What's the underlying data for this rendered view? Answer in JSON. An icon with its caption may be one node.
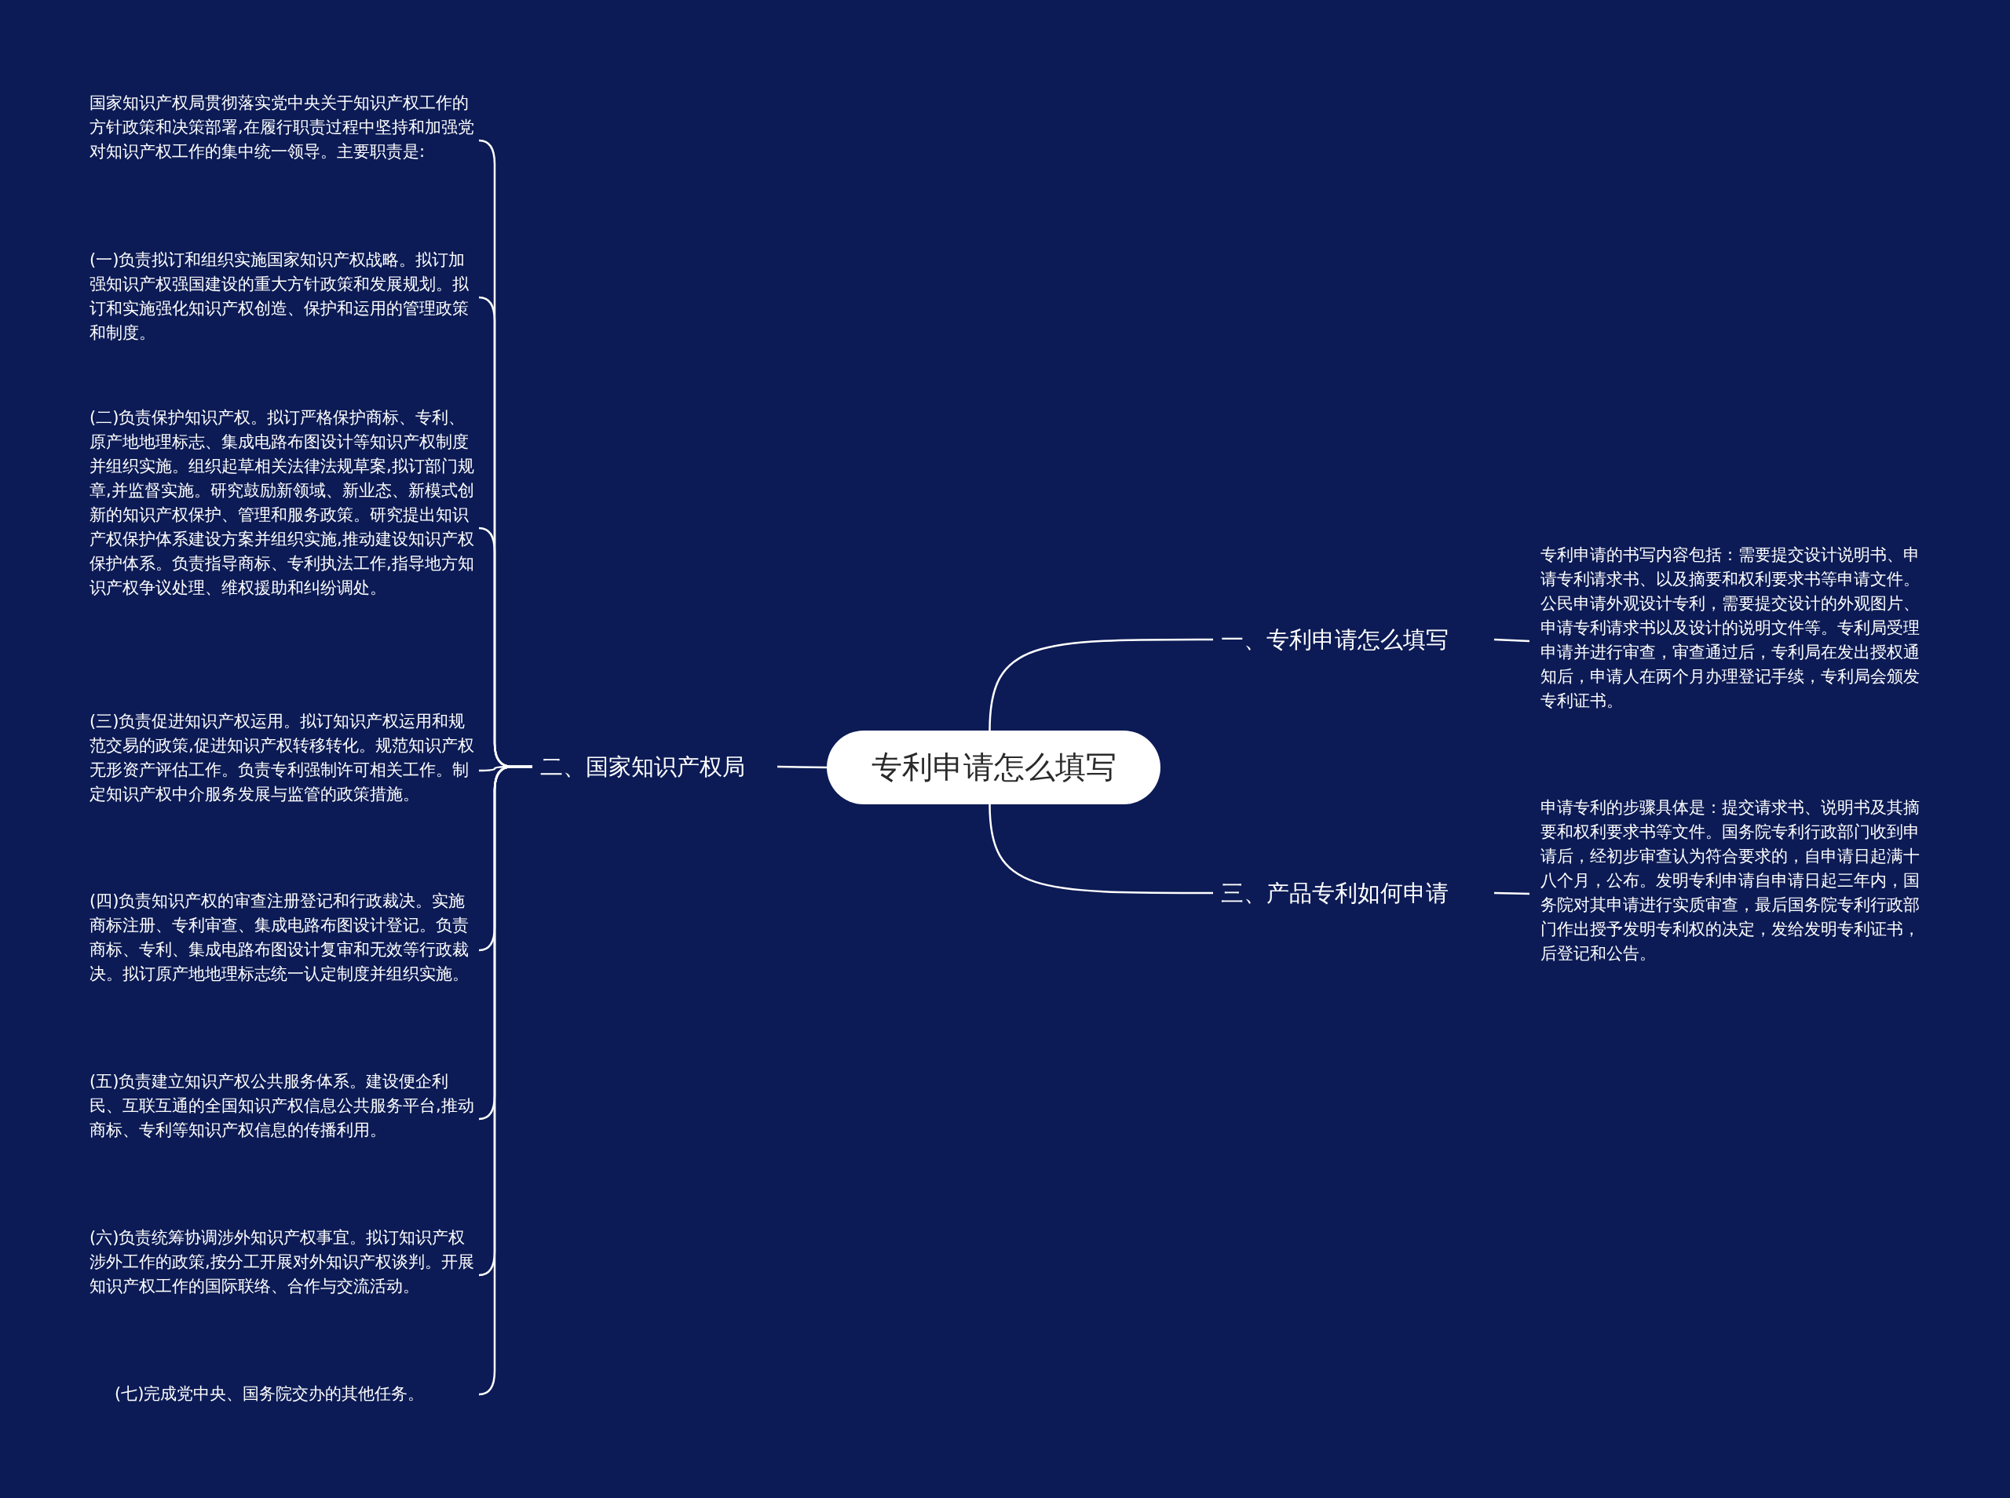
{
  "diagram": {
    "nodes": [
      {
        "text": [
          "专利申请怎么填写"
        ]
      },
      {
        "text": [
          "一、专利申请怎么填写"
        ]
      },
      {
        "text": [
          "专利申请的书写内容包括：需要提交设计说明书、申请专利请求书、以及摘要和权利要求书等申请文件。公民申请外观设计专利，需要提交设计的外观图片、申请专利请求书以及设计的说明文件等。专利局受理申请并进行审查，审查通过后，专利局在发出授权通知后，申请人在两个月办理登记手续，专利局会颁发专利证书。"
        ]
      },
      {
        "text": [
          "三、产品专利如何申请"
        ]
      },
      {
        "text": [
          "申请专利的步骤具体是：提交请求书、说明书及其摘要和权利要求书等文件。国务院专利行政部门收到申请后，经初步审查认为符合要求的，自申请日起满十八个月，公布。发明专利申请自申请日起三年内，国务院对其申请进行实质审查，最后国务院专利行政部门作出授予发明专利权的决定，发给发明专利证书，后登记和公告。"
        ]
      },
      {
        "text": [
          "二、国家知识产权局"
        ]
      },
      {
        "text": [
          "国家知识产权局贯彻落实党中央关于知识产权工作的方针政策和决策部署,在履行职责过程中坚持和加强党对知识产权工作的集中统一领导。主要职责是:"
        ]
      },
      {
        "text": [
          "(一)负责拟订和组织实施国家知识产权战略。拟订加强知识产权强国建设的重大方针政策和发展规划。拟订和实施强化知识产权创造、保护和运用的管理政策和制度。"
        ]
      },
      {
        "text": [
          "(二)负责保护知识产权。拟订严格保护商标、专利、原产地地理标志、集成电路布图设计等知识产权制度并组织实施。组织起草相关法律法规草案,拟订部门规章,并监督实施。研究鼓励新领域、新业态、新模式创新的知识产权保护、管理和服务政策。研究提出知识产权保护体系建设方案并组织实施,推动建设知识产权保护体系。负责指导商标、专利执法工作,指导地方知识产权争议处理、维权援助和纠纷调处。"
        ]
      },
      {
        "text": [
          "(三)负责促进知识产权运用。拟订知识产权运用和规范交易的政策,促进知识产权转移转化。规范知识产权无形资产评估工作。负责专利强制许可相关工作。制定知识产权中介服务发展与监管的政策措施。"
        ]
      },
      {
        "text": [
          "(四)负责知识产权的审查注册登记和行政裁决。实施商标注册、专利审查、集成电路布图设计登记。负责商标、专利、集成电路布图设计复审和无效等行政裁决。拟订原产地地理标志统一认定制度并组织实施。"
        ]
      },
      {
        "text": [
          "(五)负责建立知识产权公共服务体系。建设便企利民、互联互通的全国知识产权信息公共服务平台,推动商标、专利等知识产权信息的传播利用。"
        ]
      },
      {
        "text": [
          "(六)负责统筹协调涉外知识产权事宜。拟订知识产权涉外工作的政策,按分工开展对外知识产权谈判。开展知识产权工作的国际联络、合作与交流活动。"
        ]
      },
      {
        "text": [
          "(七)完成党中央、国务院交办的其他任务。"
        ]
      }
    ],
    "edges": [
      {
        "from": 0,
        "to": 1,
        "arrow": "none"
      },
      {
        "from": 1,
        "to": 2,
        "arrow": "none"
      },
      {
        "from": 0,
        "to": 3,
        "arrow": "none"
      },
      {
        "from": 3,
        "to": 4,
        "arrow": "none"
      },
      {
        "from": 0,
        "to": 5,
        "arrow": "none"
      },
      {
        "from": 5,
        "to": 6,
        "arrow": "none"
      },
      {
        "from": 5,
        "to": 7,
        "arrow": "none"
      },
      {
        "from": 5,
        "to": 8,
        "arrow": "none"
      },
      {
        "from": 5,
        "to": 9,
        "arrow": "none"
      },
      {
        "from": 5,
        "to": 10,
        "arrow": "none"
      },
      {
        "from": 5,
        "to": 11,
        "arrow": "none"
      },
      {
        "from": 5,
        "to": 12,
        "arrow": "none"
      },
      {
        "from": 5,
        "to": 13,
        "arrow": "none"
      }
    ]
  }
}
